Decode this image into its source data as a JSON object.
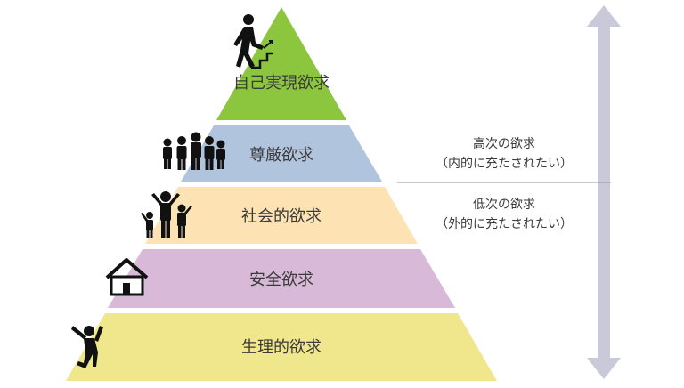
{
  "tiers": [
    {
      "label": "自己実現欲求",
      "color": "#8cc63f",
      "icon": "climbing-person-icon"
    },
    {
      "label": "尊厳欲求",
      "color": "#b0c4de",
      "icon": "crowd-icon"
    },
    {
      "label": "社会的欲求",
      "color": "#fde3b4",
      "icon": "family-icon"
    },
    {
      "label": "安全欲求",
      "color": "#d8b9d8",
      "icon": "house-icon"
    },
    {
      "label": "生理的欲求",
      "color": "#f0e68c",
      "icon": "jumping-person-icon"
    }
  ],
  "notes": {
    "higher": {
      "line1": "高次の欲求",
      "line2": "（内的に充たされたい）"
    },
    "lower": {
      "line1": "低次の欲求",
      "line2": "（外的に充たされたい）"
    }
  },
  "colors": {
    "arrow": "#c9c9d9",
    "divider": "#999999",
    "icon": "#111111"
  }
}
